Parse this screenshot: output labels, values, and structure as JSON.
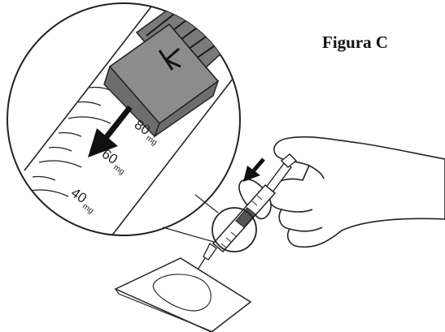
{
  "figure": {
    "title": "Figura C",
    "magnified_scale": {
      "marks": [
        {
          "value": "80",
          "unit": "mg"
        },
        {
          "value": "60",
          "unit": "mg"
        },
        {
          "value": "40",
          "unit": "mg"
        }
      ]
    },
    "plunger_marking": "K"
  },
  "colors": {
    "ink": "#222222",
    "plunger_gray": "#8c8c8c",
    "plunger_dark": "#6d6d6d",
    "background": "#ffffff"
  }
}
